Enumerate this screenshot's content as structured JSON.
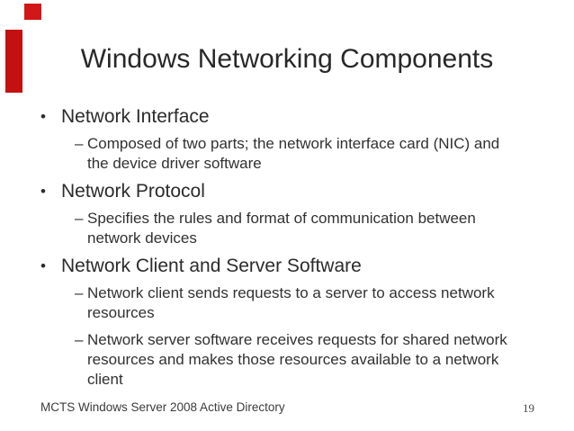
{
  "slide": {
    "title": "Windows Networking Components",
    "bullet_glyph": "•",
    "sub_glyph": "–",
    "bullets": [
      {
        "label": "Network Interface",
        "subs": [
          {
            "lines": [
              "Composed of two parts; the network interface card (NIC) and",
              "the device driver software"
            ]
          }
        ]
      },
      {
        "label": "Network Protocol",
        "subs": [
          {
            "lines": [
              "Specifies the rules and format of communication between",
              "network devices"
            ]
          }
        ]
      },
      {
        "label": "Network Client and Server Software",
        "subs": [
          {
            "lines": [
              "Network client sends requests to a server to access network",
              "resources"
            ]
          },
          {
            "lines": [
              "Network server software receives requests for shared network",
              "resources and makes those resources available to a network",
              "client"
            ]
          }
        ]
      }
    ],
    "footer": {
      "left_text": "MCTS Windows Server 2008 Active Directory",
      "page_number": "19"
    },
    "colors": {
      "accent_square": "#d11717",
      "accent_bar": "#c31111",
      "text": "#2e2e2e",
      "background": "#ffffff"
    }
  }
}
